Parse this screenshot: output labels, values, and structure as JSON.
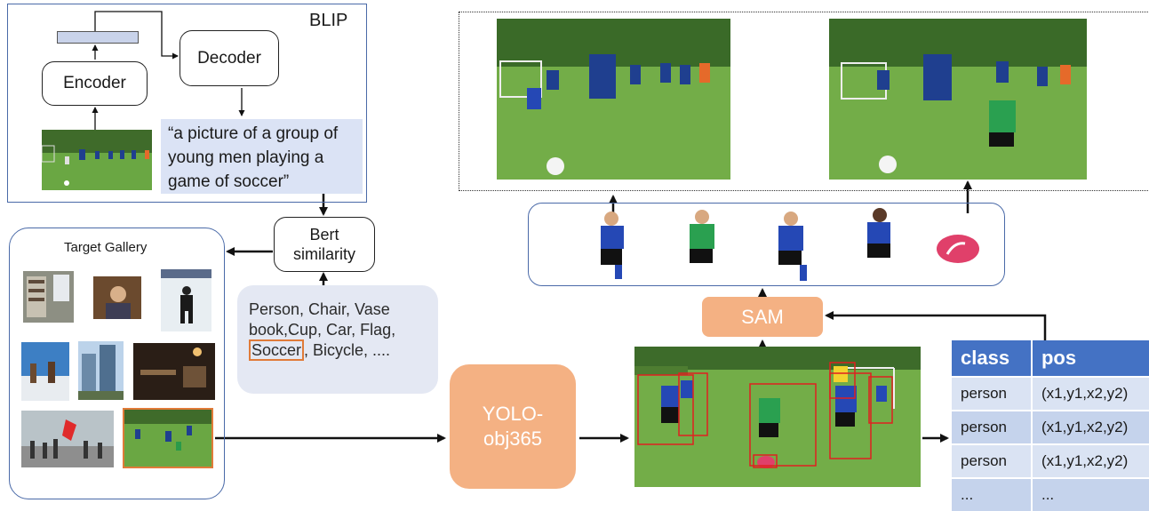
{
  "blip": {
    "title": "BLIP",
    "encoder": "Encoder",
    "decoder": "Decoder",
    "caption": "“a picture of a group of young men playing a game of soccer”"
  },
  "bert": {
    "line1": "Bert",
    "line2": "similarity"
  },
  "gallery": {
    "title": "Target Gallery"
  },
  "classes": {
    "line1": "Person, Chair, Vase",
    "line2": "book,Cup, Car, Flag,",
    "highlight": "Soccer",
    "line3_rest": ", Bicycle, ...."
  },
  "yolo": {
    "line1": "YOLO-",
    "line2": "obj365"
  },
  "sam": {
    "label": "SAM"
  },
  "table": {
    "headers": [
      "class",
      "pos"
    ],
    "rows": [
      [
        "person",
        "(x1,y1,x2,y2)"
      ],
      [
        "person",
        "(x1,y1,x2,y2)"
      ],
      [
        "person",
        "(x1,y1,x2,y2)"
      ],
      [
        "...",
        "..."
      ]
    ]
  },
  "colors": {
    "accent_orange": "#f4b183",
    "frame_blue": "#4a6aa8",
    "table_header": "#4472c4",
    "caption_bg": "#dbe3f5",
    "bbox_red": "#e02020"
  }
}
